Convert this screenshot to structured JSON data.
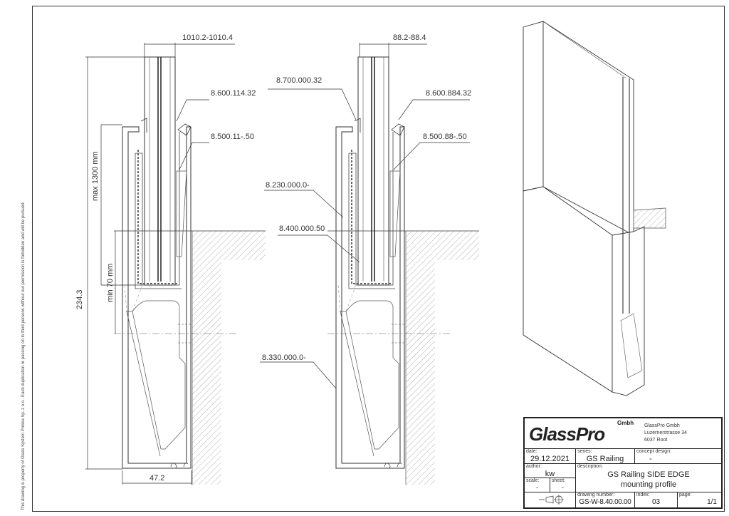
{
  "side_note": "This drawing is property of Glass System Polska Sp. z o.o.. Each duplication or passing on to third persons without our permission is forbidden and will be pursued.",
  "views": {
    "left": {
      "dim_top": "1010.2-1010.4",
      "dim_max": "max 1300 mm",
      "dim_min": "min 70 mm",
      "dim_height": "234.3",
      "dim_width": "47.2",
      "labels": [
        "8.600.114.32",
        "8.500.11-.50"
      ]
    },
    "middle": {
      "dim_top": "88.2-88.4",
      "labels": [
        "8.700.000.32",
        "8.600.884.32",
        "8.500.88-.50",
        "8.230.000.0-",
        "8.400.000.50",
        "8.330.000.0-"
      ]
    }
  },
  "title_block": {
    "logo": "GlassPro",
    "logo_sub": "Gmbh",
    "company": "GlassPro Gmbh",
    "street": "Luzernerstrasse 34",
    "city": "6037 Root",
    "date_label": "date:",
    "date": "29.12.2021",
    "series_label": "series:",
    "series": "GS Railing",
    "concept_label": "concept design:",
    "concept": "-",
    "author_label": "author:",
    "author": "kw",
    "description_label": "description:",
    "description_1": "GS Railing SIDE EDGE",
    "description_2": "mounting profile",
    "scale_label": "scale:",
    "scale": "-",
    "sheet_label": "sheet:",
    "sheet": "-",
    "drawing_number_label": "drawing number:",
    "drawing_number": "GS-W-8.40.00.00",
    "index_label": "index:",
    "index": "03",
    "page_label": "page:",
    "page": "1/1"
  }
}
